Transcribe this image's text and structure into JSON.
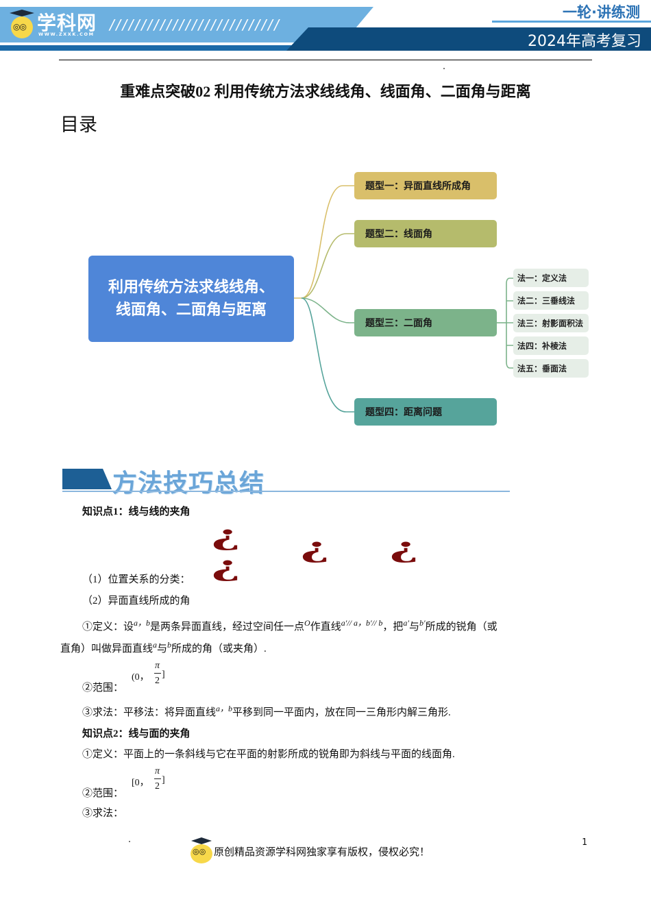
{
  "header": {
    "logo_text": "学科网",
    "logo_url": "WWW.ZXXK.COM",
    "slashes": "///////////////////////////",
    "series": "一轮·讲练测",
    "subtitle": "2024年高考复习",
    "colors": {
      "light_band": "#6db0e0",
      "dark_band": "#0e4b7c",
      "series_text": "#2d73b5"
    }
  },
  "document": {
    "title": "重难点突破02 利用传统方法求线线角、线面角、二面角与距离",
    "toc_label": "目录"
  },
  "mindmap": {
    "root": "利用传统方法求线线角、线面角、二面角与距离",
    "branches": [
      {
        "label": "题型一：异面直线所成角",
        "color": "#d9bf6a"
      },
      {
        "label": "题型二：线面角",
        "color": "#b5bb6c"
      },
      {
        "label": "题型三：二面角",
        "color": "#7cb38a"
      },
      {
        "label": "题型四：距离问题",
        "color": "#56a49b"
      }
    ],
    "methods": [
      "法一：定义法",
      "法二：三垂线法",
      "法三：射影面积法",
      "法四：补棱法",
      "法五：垂面法"
    ]
  },
  "section": {
    "title": "方法技巧总结",
    "kp1": {
      "heading": "知识点1：线与线的夹角",
      "item1": "（1）位置关系的分类：",
      "item2": "（2）异面直线所成的角",
      "def_prefix": "①定义：设",
      "a": "a",
      "comma": "，",
      "b": "b",
      "def_mid1": "是两条异面直线，经过空间任一点",
      "O": "O",
      "def_mid2": "作直线",
      "parallels": "a′// a，b′// b",
      "def_mid3": "，把",
      "a_prime": "a′",
      "def_mid4": "与",
      "b_prime": "b′",
      "def_end1": "所成的锐角（或",
      "def_line2_a": "直角）叫做异面直线",
      "def_line2_b": "与",
      "def_line2_c": "所成的角（或夹角）.",
      "range_label": "②范围：",
      "range_open": "(0，",
      "range_close": "]",
      "pi": "π",
      "two": "2",
      "method_prefix": "③求法：平移法：将异面直线",
      "method_ab": "a，b",
      "method_rest": "平移到同一平面内，放在同一三角形内解三角形."
    },
    "kp2": {
      "heading": "知识点2：线与面的夹角",
      "def": "①定义：平面上的一条斜线与它在平面的射影所成的锐角即为斜线与平面的线面角.",
      "range_label": "②范围：",
      "range_open": "[0，",
      "range_close": "]",
      "pi": "π",
      "two": "2",
      "method": "③求法："
    },
    "placeholder_glyph": "¿"
  },
  "footer": {
    "text": "原创精品资源学科网独家享有版权，侵权必究！",
    "page": "1"
  }
}
